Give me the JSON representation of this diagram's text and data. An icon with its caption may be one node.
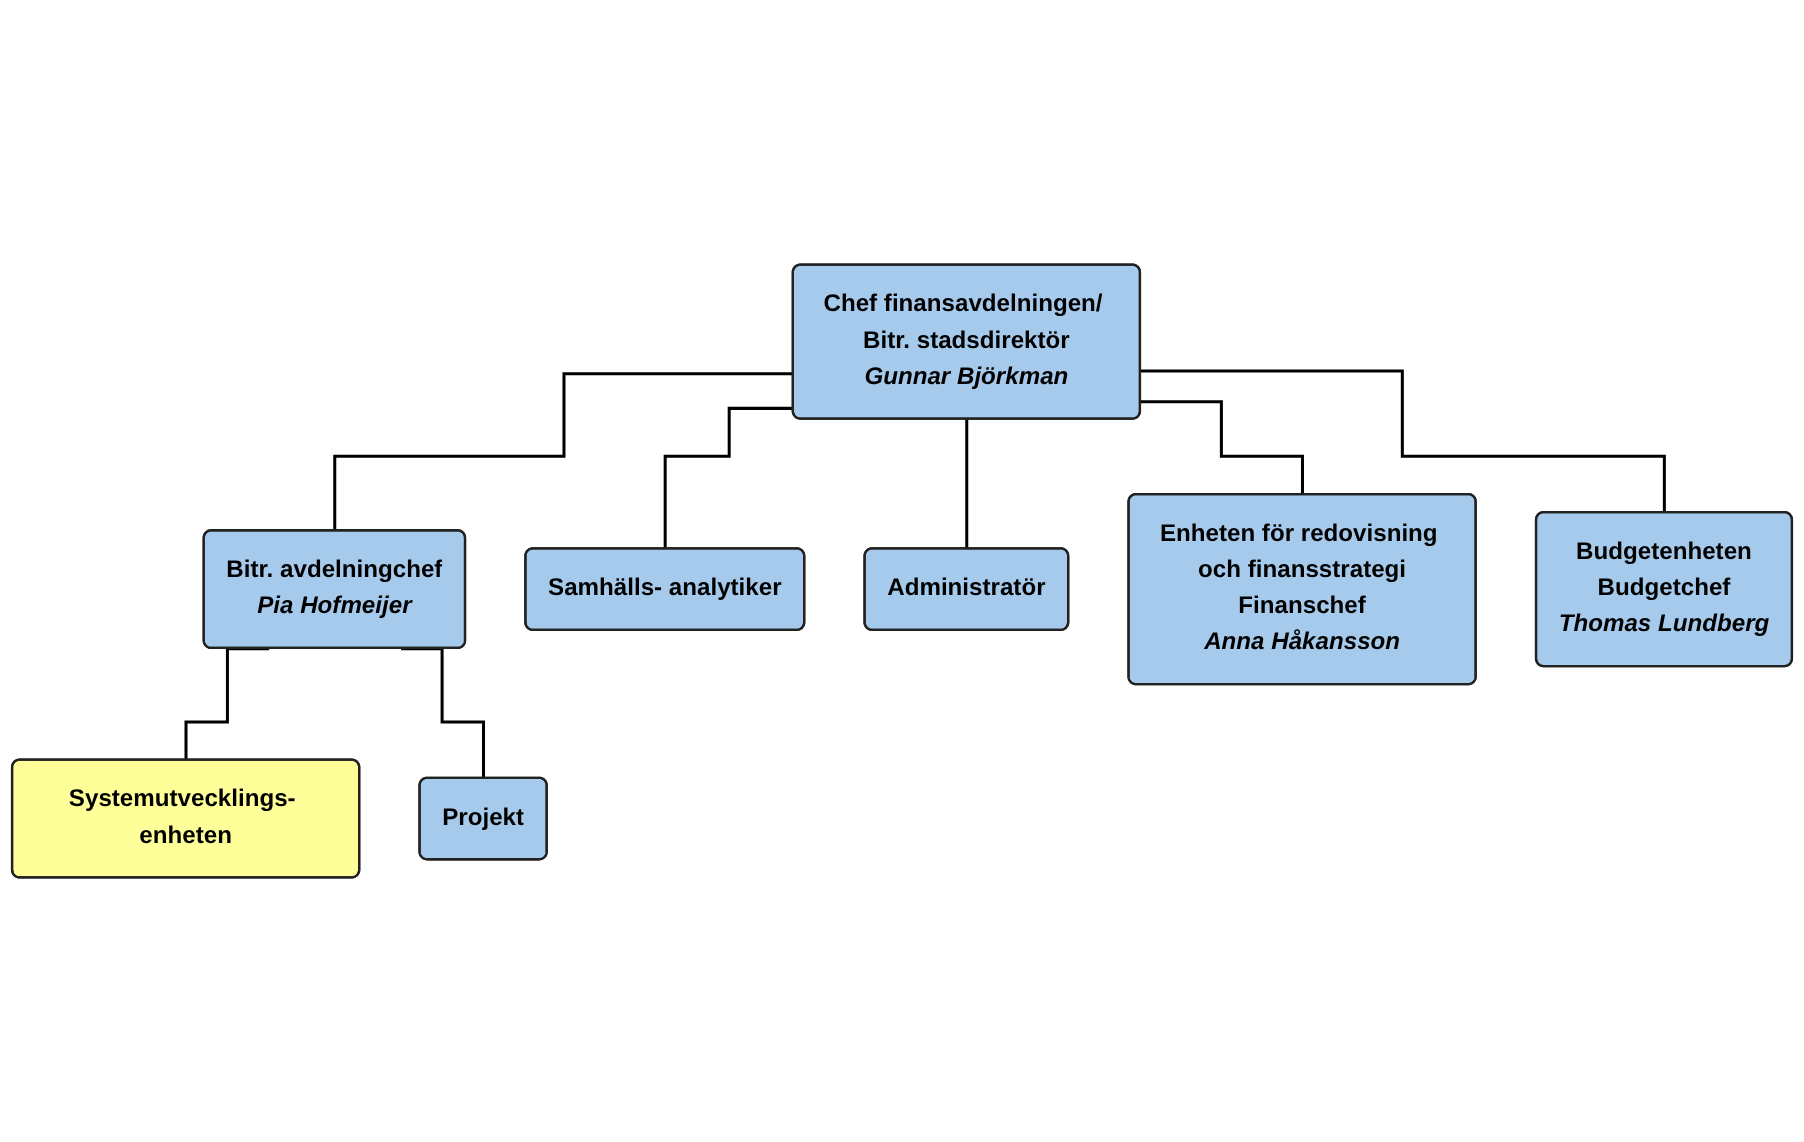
{
  "diagram": {
    "nodes": [
      {
        "text": [
          "Chef finansavdelningen/ Bitr. stadsdirektör",
          "Gunnar Björkman"
        ]
      },
      {
        "text": [
          "Bitr. avdelningchef",
          "Pia Hofmeijer"
        ]
      },
      {
        "text": [
          "Samhälls- analytiker"
        ]
      },
      {
        "text": [
          "Administratör"
        ]
      },
      {
        "text": [
          "Systemutvecklings- enheten"
        ]
      },
      {
        "text": [
          "Projekt"
        ]
      },
      {
        "text": [
          "Enheten för redovisning och finansstrategi",
          "Finanschef",
          "Anna Håkansson"
        ]
      },
      {
        "text": [
          "Budgetenheten",
          "Budgetchef",
          "Thomas Lundberg"
        ]
      }
    ],
    "edges": [
      {
        "from": 0,
        "to": 1,
        "arrow": "none"
      },
      {
        "from": 0,
        "to": 2,
        "arrow": "none"
      },
      {
        "from": 0,
        "to": 3,
        "arrow": "none"
      },
      {
        "from": 0,
        "to": 6,
        "arrow": "none"
      },
      {
        "from": 0,
        "to": 7,
        "arrow": "none"
      },
      {
        "from": 1,
        "to": 4,
        "arrow": "none"
      },
      {
        "from": 1,
        "to": 5,
        "arrow": "none"
      }
    ]
  }
}
